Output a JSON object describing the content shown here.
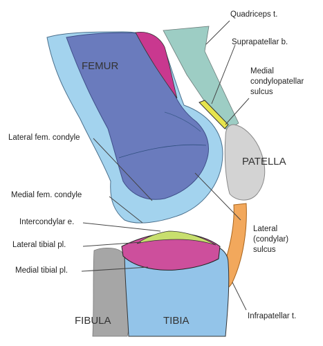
{
  "labels": {
    "femur": "FEMUR",
    "patella": "PATELLA",
    "fibula": "FIBULA",
    "tibia": "TIBIA",
    "quadriceps": "Quadriceps t.",
    "suprapatellar": "Suprapatellar b.",
    "medial_condylo_1": "Medial",
    "medial_condylo_2": "condylopatellar",
    "medial_condylo_3": "sulcus",
    "lateral_fem_condyle": "Lateral fem. condyle",
    "medial_fem_condyle": "Medial fem. condyle",
    "intercondylar": "Intercondylar e.",
    "lateral_tibial": "Lateral tibial pl.",
    "medial_tibial": "Medial tibial pl.",
    "lateral_sulcus_1": "Lateral",
    "lateral_sulcus_2": "(condylar)",
    "lateral_sulcus_3": "sulcus",
    "infrapatellar": "Infrapatellar t."
  },
  "colors": {
    "femur_outer": "#a3d3ee",
    "femur_inner": "#6a7bbd",
    "magenta": "#c9388f",
    "quadriceps": "#9dcdc4",
    "bursa": "#e6e44d",
    "patella": "#d3d3d3",
    "infrapatellar": "#f2a85c",
    "tibia": "#93c4e9",
    "tibial_plateau": "#cd4f9c",
    "lateral_plateau": "#c8df6e",
    "fibula": "#a6a6a6"
  }
}
